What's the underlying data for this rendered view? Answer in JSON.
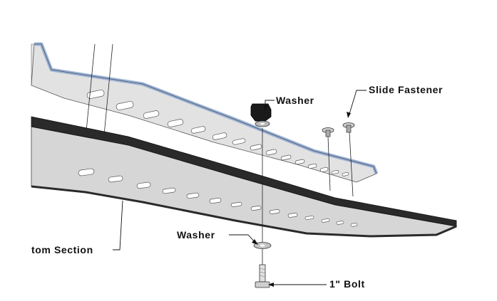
{
  "labels": {
    "washer_top": "Washer",
    "slide_fastener": "Slide Fastener",
    "washer_bottom": "Washer",
    "bottom_section": "tom Section",
    "bolt": "1\" Bolt"
  },
  "colors": {
    "panel_fill": "#d9d9d9",
    "panel_top_fill": "#e4e4e4",
    "edge_blue": "#9fb4d4",
    "rubber_dark": "#2a2a2a",
    "slot_fill": "#ffffff",
    "hardware_dark": "#1a1a1a",
    "line": "#111111"
  }
}
